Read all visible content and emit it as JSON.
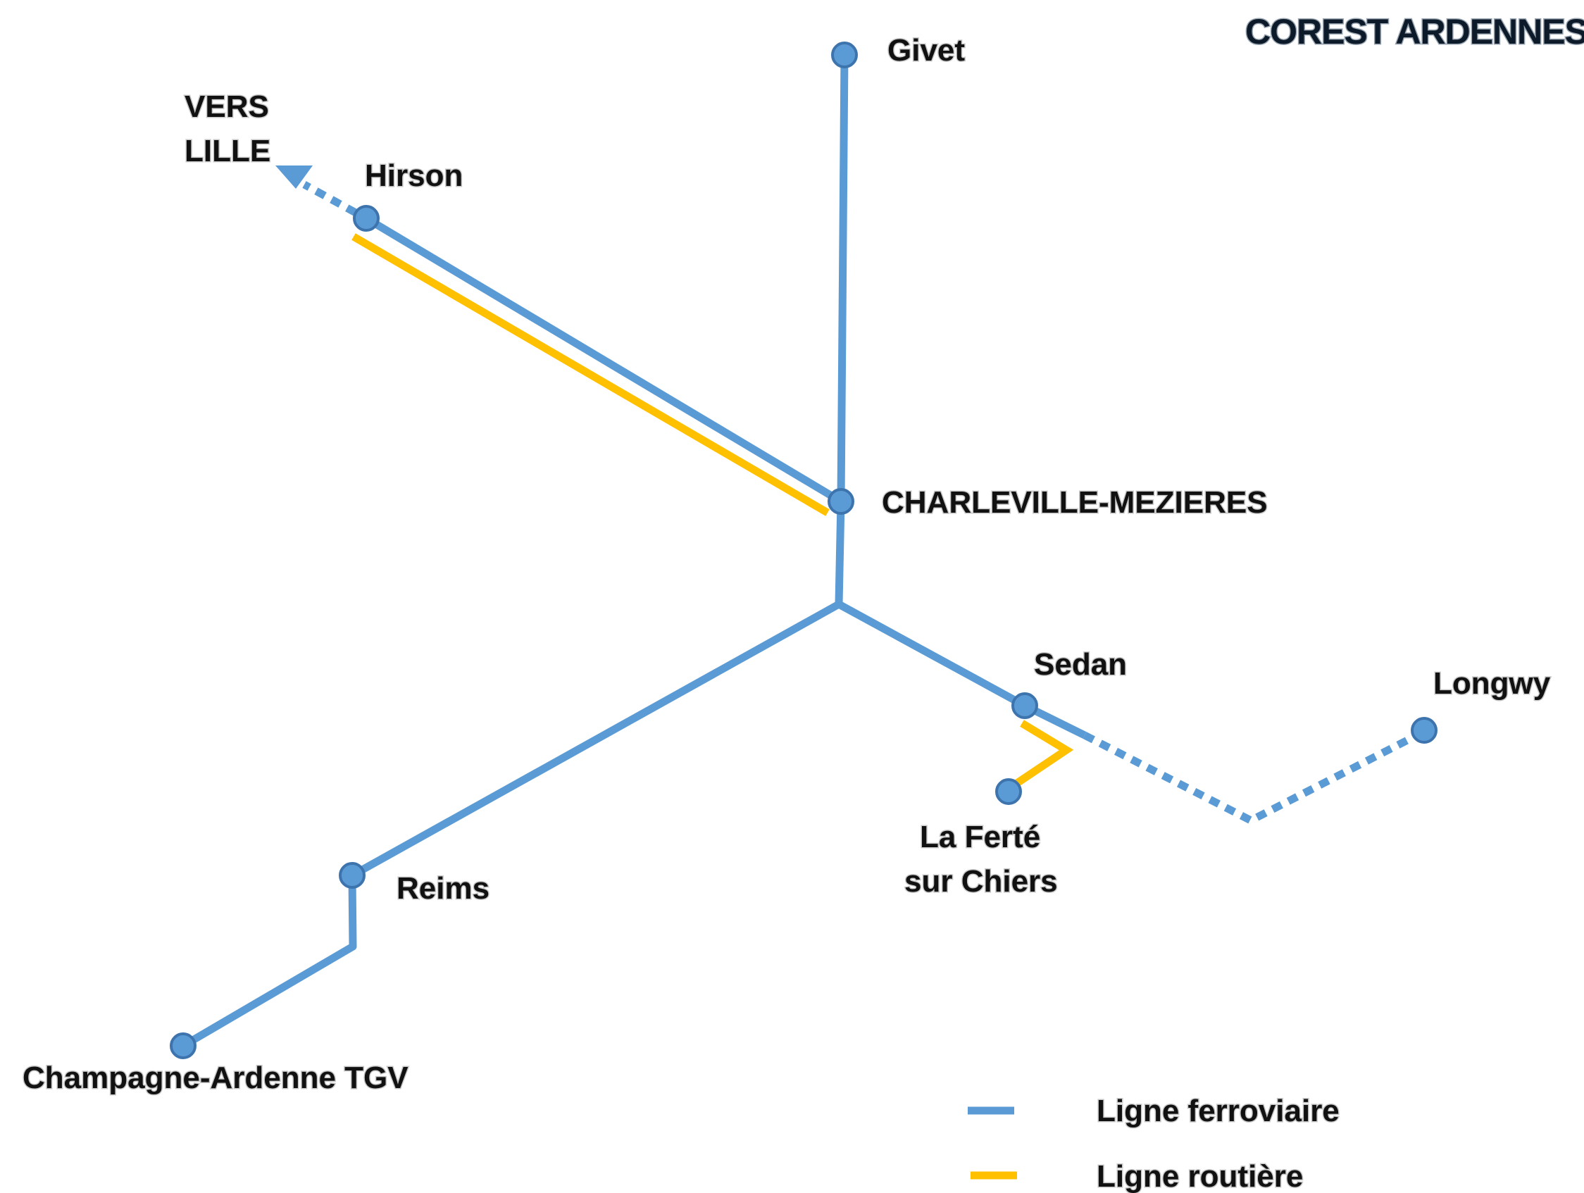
{
  "title": "COREST ARDENNES",
  "colors": {
    "rail": "#5b9bd5",
    "road": "#ffc000",
    "stop_fill": "#5b9bd5",
    "stop_stroke": "#3e74ad",
    "text": "#111111"
  },
  "stations": {
    "givet": "Givet",
    "hirson": "Hirson",
    "charleville": "CHARLEVILLE-MEZIERES",
    "sedan": "Sedan",
    "longwy": "Longwy",
    "laferte_line1": "La Ferté",
    "laferte_line2": "sur Chiers",
    "reims": "Reims",
    "champagne_tgv": "Champagne-Ardenne TGV"
  },
  "direction": {
    "line1": "VERS",
    "line2": "LILLE",
    "icon": "arrow-icon"
  },
  "legend": {
    "rail_label": "Ligne ferroviaire",
    "road_label": "Ligne routière"
  }
}
